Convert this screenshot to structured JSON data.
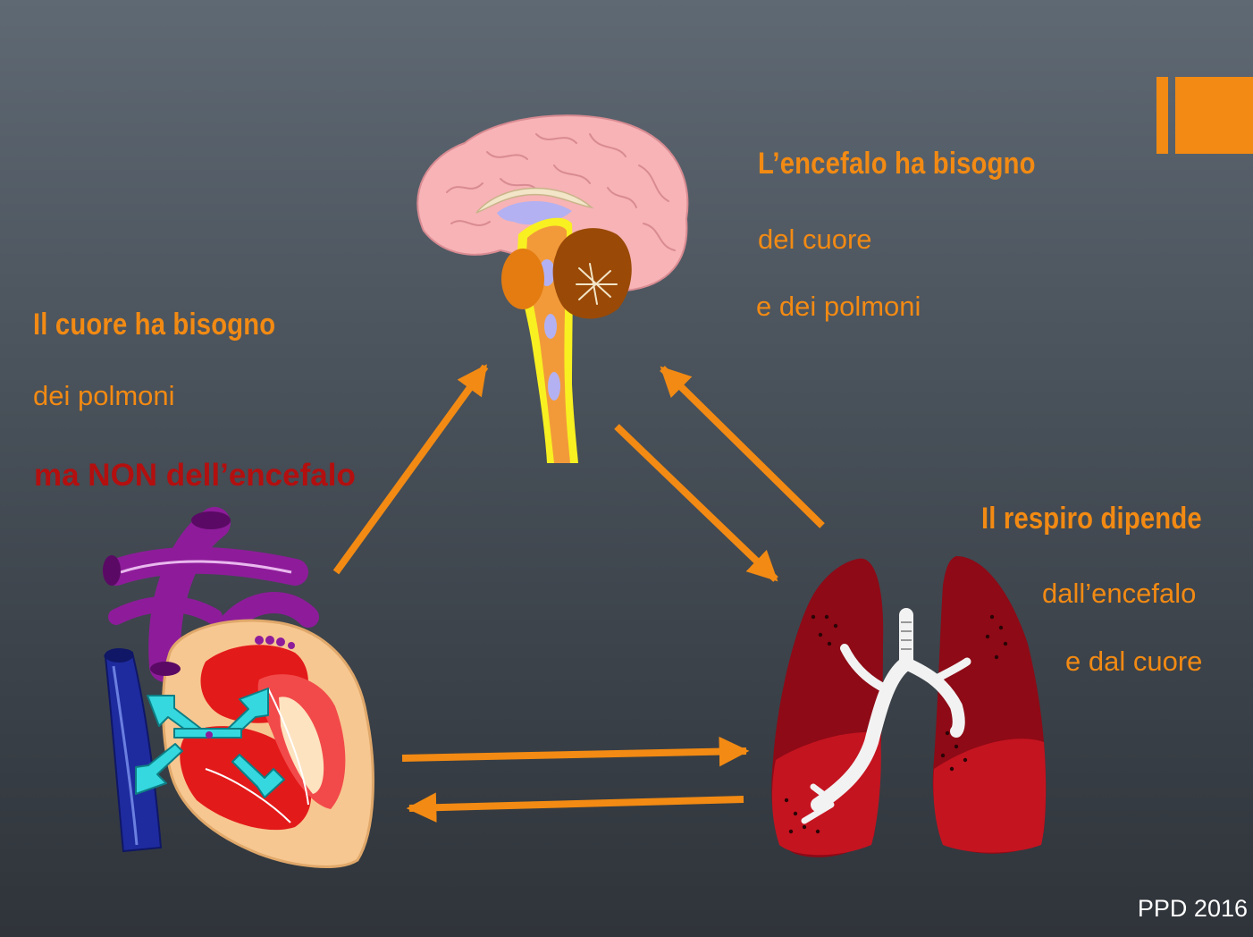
{
  "brain_text": {
    "heading": "L’encefalo ha bisogno",
    "line1": "del cuore",
    "line2": "e dei polmoni"
  },
  "heart_text": {
    "heading": "Il cuore ha bisogno",
    "line1": "dei polmoni",
    "highlight": "ma NON dell’encefalo"
  },
  "lungs_text": {
    "heading": "Il respiro dipende",
    "line1": "dall’encefalo",
    "line2": "e dal cuore"
  },
  "footer": "PPD 2016",
  "colors": {
    "accent": "#f28a13",
    "highlight_red": "#b30f0f",
    "footer": "#ffffff"
  }
}
